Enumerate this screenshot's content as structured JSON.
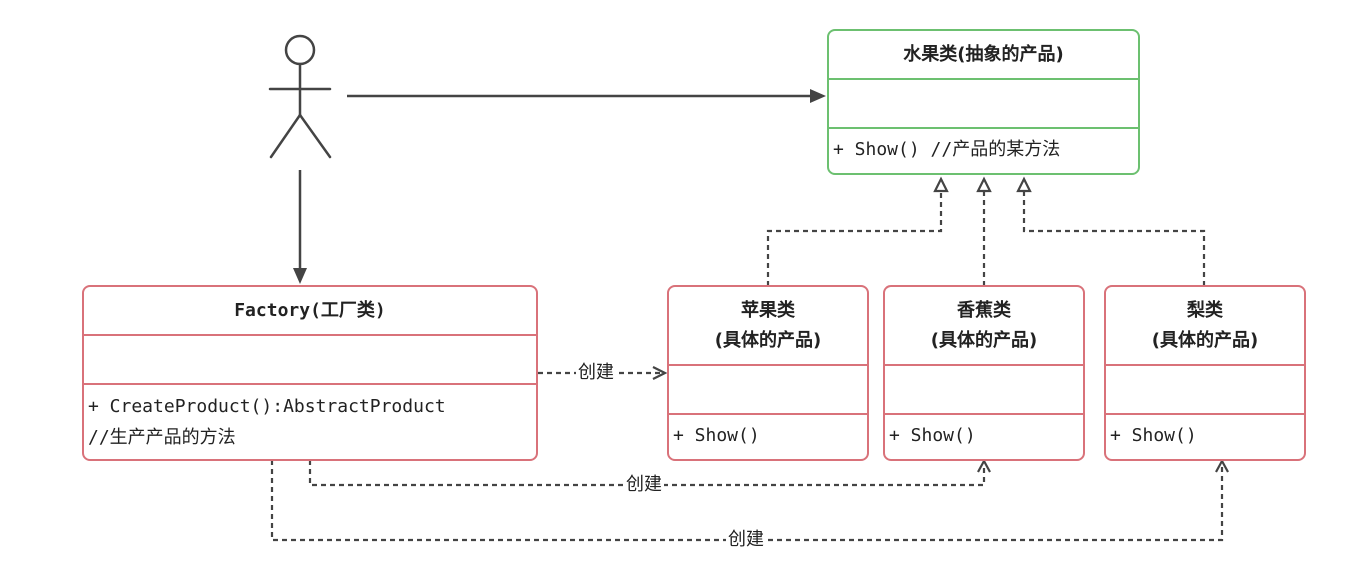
{
  "abstract_product": {
    "title": "水果类(抽象的产品)",
    "method": "+ Show() //产品的某方法"
  },
  "factory": {
    "title": "Factory(工厂类)",
    "method_line1": "+ CreateProduct():AbstractProduct",
    "method_line2": "//生产产品的方法"
  },
  "products": [
    {
      "title_line1": "苹果类",
      "title_line2": "(具体的产品)",
      "method": "+ Show()"
    },
    {
      "title_line1": "香蕉类",
      "title_line2": "(具体的产品)",
      "method": "+ Show()"
    },
    {
      "title_line1": "梨类",
      "title_line2": "(具体的产品)",
      "method": "+ Show()"
    }
  ],
  "edges": {
    "create_label_1": "创建",
    "create_label_2": "创建",
    "create_label_3": "创建"
  },
  "colors": {
    "abstract_border": "#6cc070",
    "concrete_border": "#d9727a",
    "line": "#444444"
  }
}
